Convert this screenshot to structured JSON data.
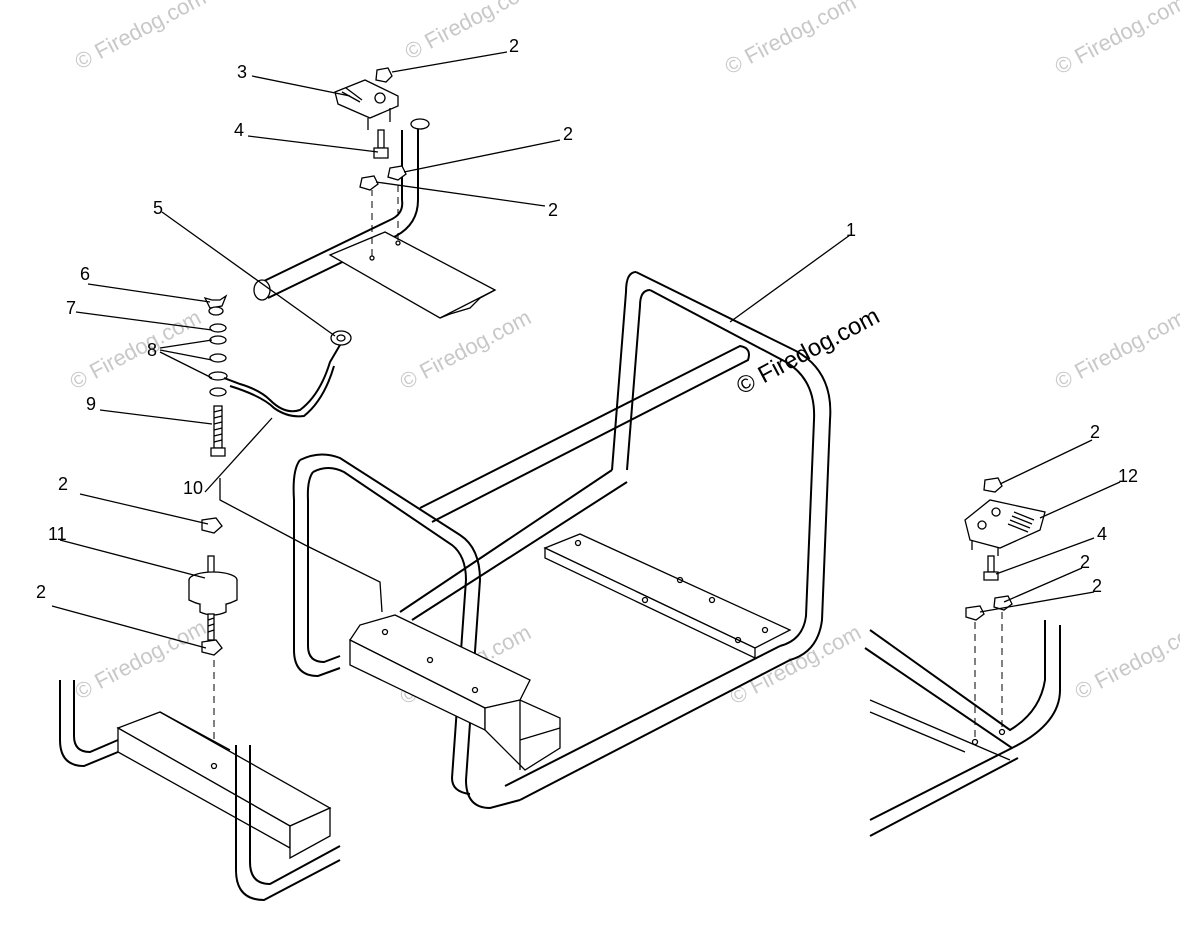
{
  "callouts": [
    {
      "id": "c1",
      "text": "1"
    },
    {
      "id": "c2a",
      "text": "2"
    },
    {
      "id": "c2b",
      "text": "2"
    },
    {
      "id": "c2c",
      "text": "2"
    },
    {
      "id": "c2d",
      "text": "2"
    },
    {
      "id": "c2e",
      "text": "2"
    },
    {
      "id": "c2f",
      "text": "2"
    },
    {
      "id": "c2g",
      "text": "2"
    },
    {
      "id": "c2h",
      "text": "2"
    },
    {
      "id": "c3",
      "text": "3"
    },
    {
      "id": "c4a",
      "text": "4"
    },
    {
      "id": "c4b",
      "text": "4"
    },
    {
      "id": "c5",
      "text": "5"
    },
    {
      "id": "c6",
      "text": "6"
    },
    {
      "id": "c7",
      "text": "7"
    },
    {
      "id": "c8",
      "text": "8"
    },
    {
      "id": "c9",
      "text": "9"
    },
    {
      "id": "c10",
      "text": "10"
    },
    {
      "id": "c11",
      "text": "11"
    },
    {
      "id": "c12",
      "text": "12"
    }
  ],
  "watermark": {
    "main": "© Firedog.com",
    "faint": "© Firedog.com"
  }
}
